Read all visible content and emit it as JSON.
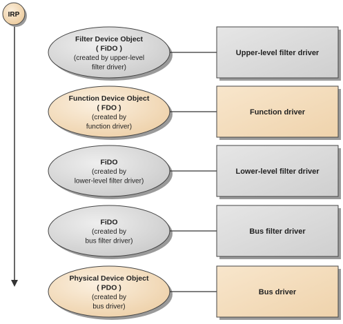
{
  "irp_label": "IRP",
  "layers": [
    {
      "object_lines": [
        "Filter Device Object",
        "( FiDO )",
        "(created by upper-level",
        "filter driver)"
      ],
      "bold_lines": 2,
      "driver": "Upper-level filter driver",
      "color": "gray"
    },
    {
      "object_lines": [
        "Function Device Object",
        "( FDO )",
        "(created by",
        "function driver)"
      ],
      "bold_lines": 2,
      "driver": "Function driver",
      "color": "orange"
    },
    {
      "object_lines": [
        "FiDO",
        "(created by",
        "lower-level filter driver)"
      ],
      "bold_lines": 1,
      "driver": "Lower-level filter driver",
      "color": "gray"
    },
    {
      "object_lines": [
        "FiDO",
        "(created by",
        "bus filter driver)"
      ],
      "bold_lines": 1,
      "driver": "Bus filter driver",
      "color": "gray"
    },
    {
      "object_lines": [
        "Physical Device Object",
        "( PDO )",
        "(created by",
        "bus driver)"
      ],
      "bold_lines": 2,
      "driver": "Bus driver",
      "color": "orange"
    }
  ],
  "colors": {
    "gray_fill": "#d4d4d4",
    "gray_fill_light": "#eeeeee",
    "orange_fill": "#f3dcbd",
    "orange_fill_light": "#fbf0e0",
    "outline": "#444444",
    "shadow": "#9a9a9a",
    "line": "#333333"
  }
}
